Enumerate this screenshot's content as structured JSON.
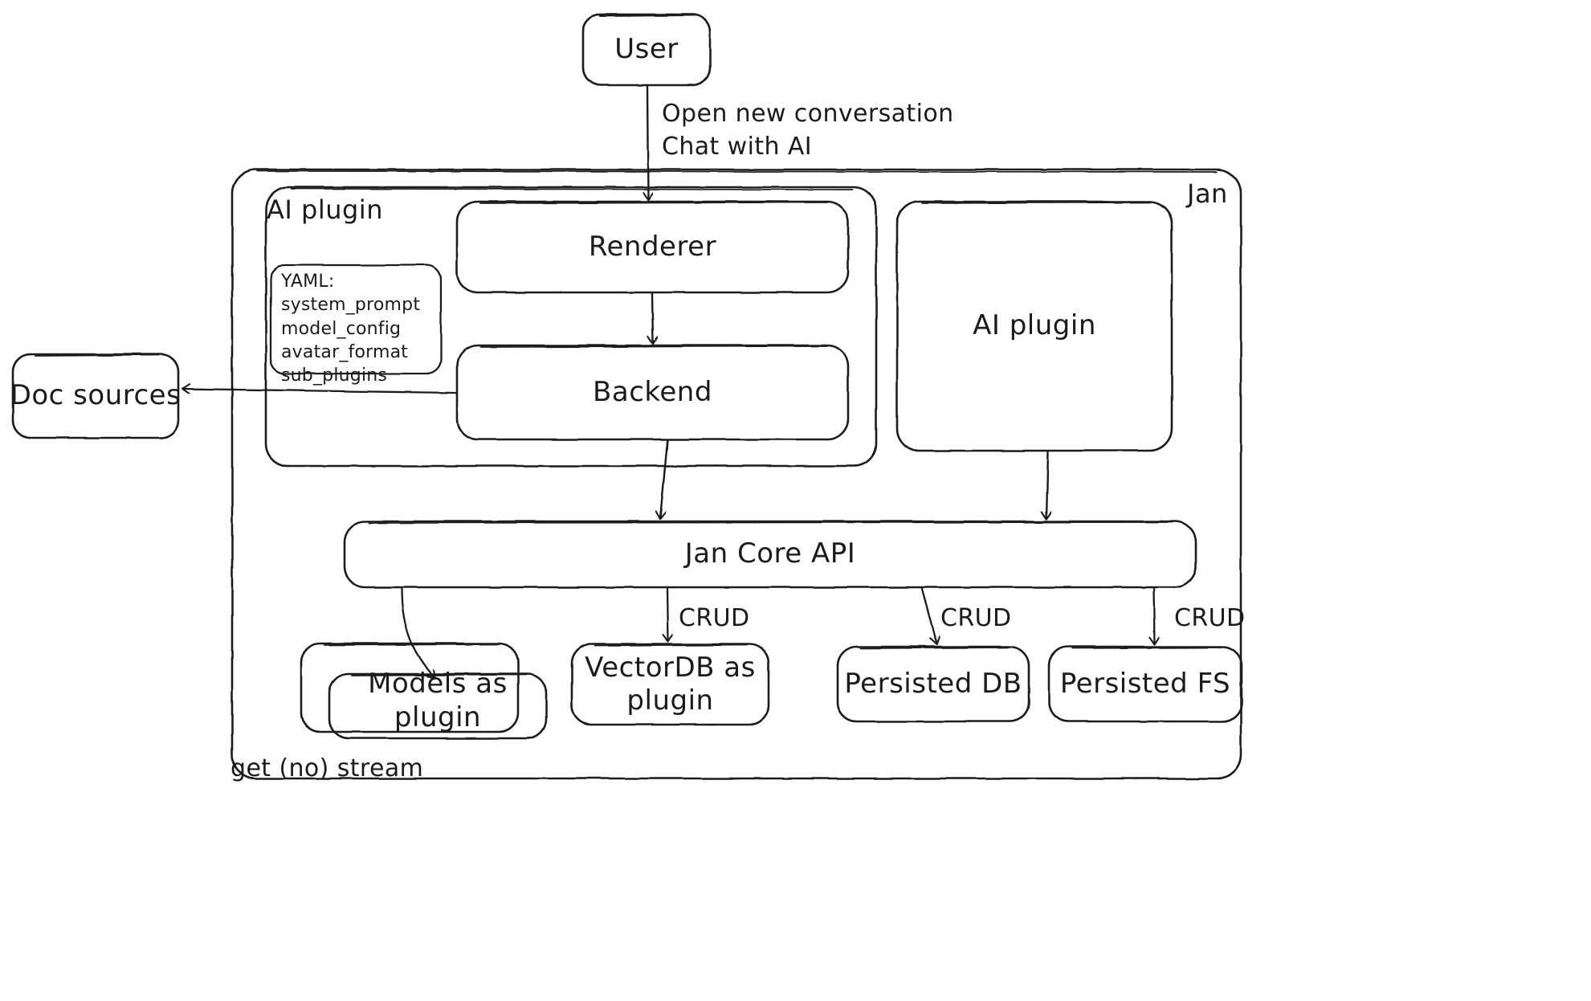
{
  "diagram": {
    "title": "Jan architecture",
    "style": "hand-drawn excalidraw sketch",
    "stroke_color": "#1b1b1f",
    "background_color": "#ffffff"
  },
  "nodes": {
    "user": "User",
    "jan_container": "Jan",
    "ai_plugin_group": "AI plugin",
    "renderer": "Renderer",
    "backend": "Backend",
    "ai_plugin_box": "AI plugin",
    "doc_sources": "Doc sources",
    "jan_core_api": "Jan Core API",
    "models_as_plugin": "Models as\nplugin",
    "vectordb_as_plugin": "VectorDB as\nplugin",
    "persisted_db": "Persisted DB",
    "persisted_fs": "Persisted FS"
  },
  "yaml_note": {
    "header": "YAML:",
    "keys": [
      "system_prompt",
      "model_config",
      "avatar_format",
      "sub_plugins"
    ]
  },
  "edge_labels": {
    "user_to_renderer_line1": "Open new conversation",
    "user_to_renderer_line2": "Chat with AI",
    "api_to_models": "get (no) stream",
    "api_to_vectordb": "CRUD",
    "api_to_persisted_db": "CRUD",
    "api_to_persisted_fs": "CRUD"
  },
  "edges": [
    {
      "from": "user",
      "to": "renderer",
      "label": "Open new conversation / Chat with AI"
    },
    {
      "from": "renderer",
      "to": "backend",
      "label": ""
    },
    {
      "from": "backend",
      "to": "doc_sources",
      "label": ""
    },
    {
      "from": "backend",
      "to": "jan_core_api",
      "label": ""
    },
    {
      "from": "ai_plugin_box",
      "to": "jan_core_api",
      "label": ""
    },
    {
      "from": "jan_core_api",
      "to": "models_as_plugin",
      "label": "get (no) stream"
    },
    {
      "from": "jan_core_api",
      "to": "vectordb_as_plugin",
      "label": "CRUD"
    },
    {
      "from": "jan_core_api",
      "to": "persisted_db",
      "label": "CRUD"
    },
    {
      "from": "jan_core_api",
      "to": "persisted_fs",
      "label": "CRUD"
    }
  ]
}
